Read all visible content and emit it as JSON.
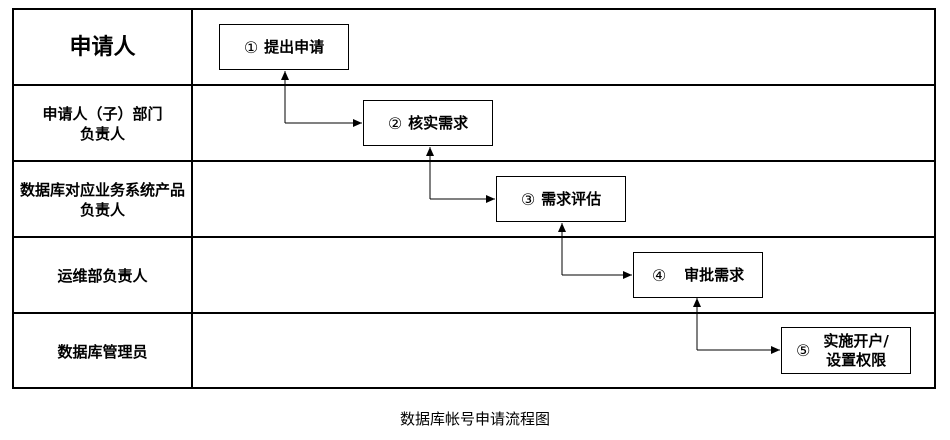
{
  "lanes": [
    {
      "label": "申请人"
    },
    {
      "label": "申请人（子）部门负责人"
    },
    {
      "label": "数据库对应业务系统产品负责人"
    },
    {
      "label": "运维部负责人"
    },
    {
      "label": "数据库管理员"
    }
  ],
  "steps": [
    {
      "num": "①",
      "label": "提出申请"
    },
    {
      "num": "②",
      "label": "核实需求"
    },
    {
      "num": "③",
      "label": "需求评估"
    },
    {
      "num": "④",
      "label": "审批需求"
    },
    {
      "num": "⑤",
      "label": "实施开户/设置权限"
    }
  ],
  "caption": "数据库帐号申请流程图"
}
